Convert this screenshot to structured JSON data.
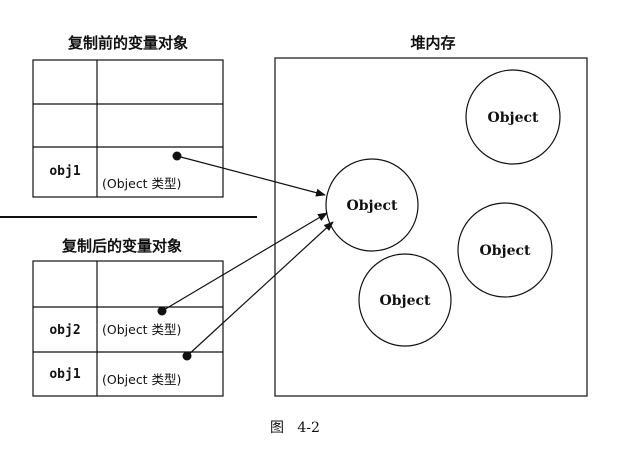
{
  "before": {
    "title": "复制前的变量对象",
    "rows": [
      {
        "name": "",
        "value": ""
      },
      {
        "name": "",
        "value": ""
      },
      {
        "name": "obj1",
        "value": "(Object 类型)"
      }
    ]
  },
  "after": {
    "title": "复制后的变量对象",
    "rows": [
      {
        "name": "",
        "value": ""
      },
      {
        "name": "obj2",
        "value": "(Object 类型)"
      },
      {
        "name": "obj1",
        "value": "(Object 类型)"
      }
    ]
  },
  "heap": {
    "title": "堆内存",
    "objects": [
      "Object",
      "Object",
      "Object",
      "Object"
    ]
  },
  "caption": "图   4-2"
}
